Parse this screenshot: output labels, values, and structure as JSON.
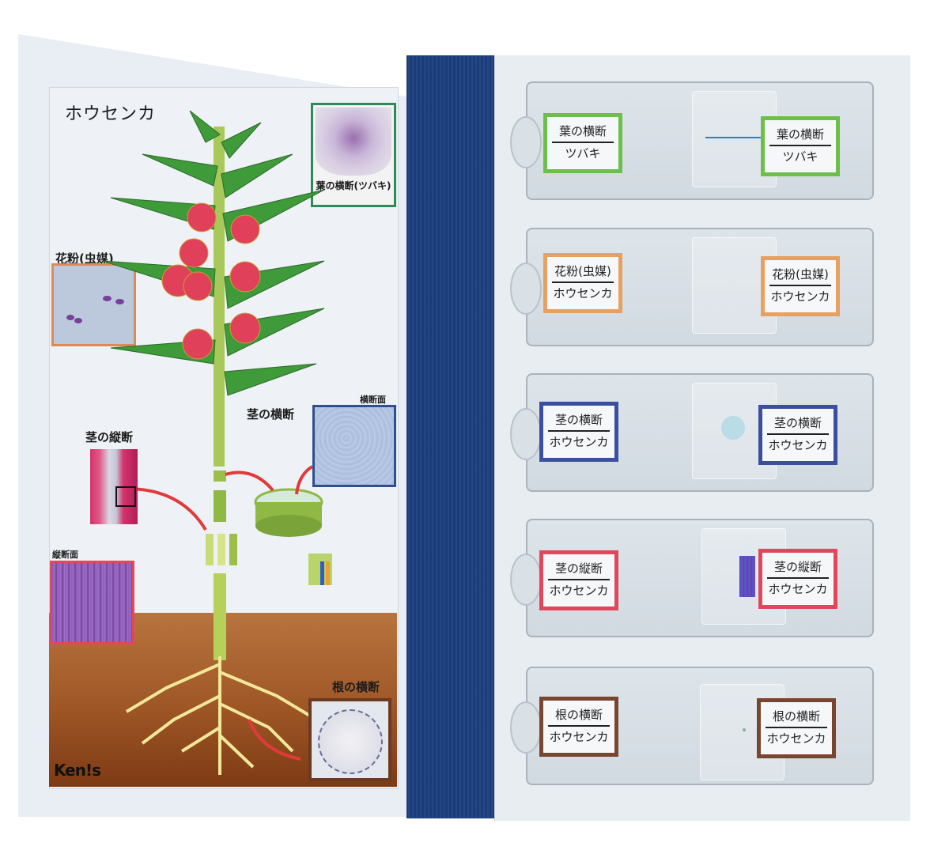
{
  "poster": {
    "title": "ホウセンカ",
    "captions": {
      "leaf_section": "葉の横断(ツバキ)",
      "pollen": "花粉(虫媒)",
      "stem_cross": "茎の横断",
      "cross_section_face": "横断面",
      "stem_long": "茎の縦断",
      "long_section_face": "縦断面",
      "root_cross": "根の横断"
    },
    "logo": "Ken!s",
    "colors": {
      "leaf_frame": "#2e8b57",
      "pollen_frame": "#d98b5a",
      "stem_cross_frame": "#2f4f8f",
      "stem_long_frame": "#e0475a",
      "root_frame": "#6b3a22",
      "soil": "#9e5626",
      "plant_green": "#3f9a3a",
      "flower_red": "#e0405a"
    }
  },
  "spine": {
    "color": "#1d3d78"
  },
  "slides": [
    {
      "top": "葉の横断",
      "bottom": "ツバキ",
      "frame_color": "#6cc04a",
      "specimen": "leaf-line"
    },
    {
      "top": "花粉(虫媒)",
      "bottom": "ホウセンカ",
      "frame_color": "#e8a060",
      "specimen": "none"
    },
    {
      "top": "茎の横断",
      "bottom": "ホウセンカ",
      "frame_color": "#3a4fa0",
      "specimen": "round"
    },
    {
      "top": "茎の縦断",
      "bottom": "ホウセンカ",
      "frame_color": "#e0475a",
      "specimen": "stripes"
    },
    {
      "top": "根の横断",
      "bottom": "ホウセンカ",
      "frame_color": "#7a4530",
      "specimen": "dot"
    }
  ]
}
